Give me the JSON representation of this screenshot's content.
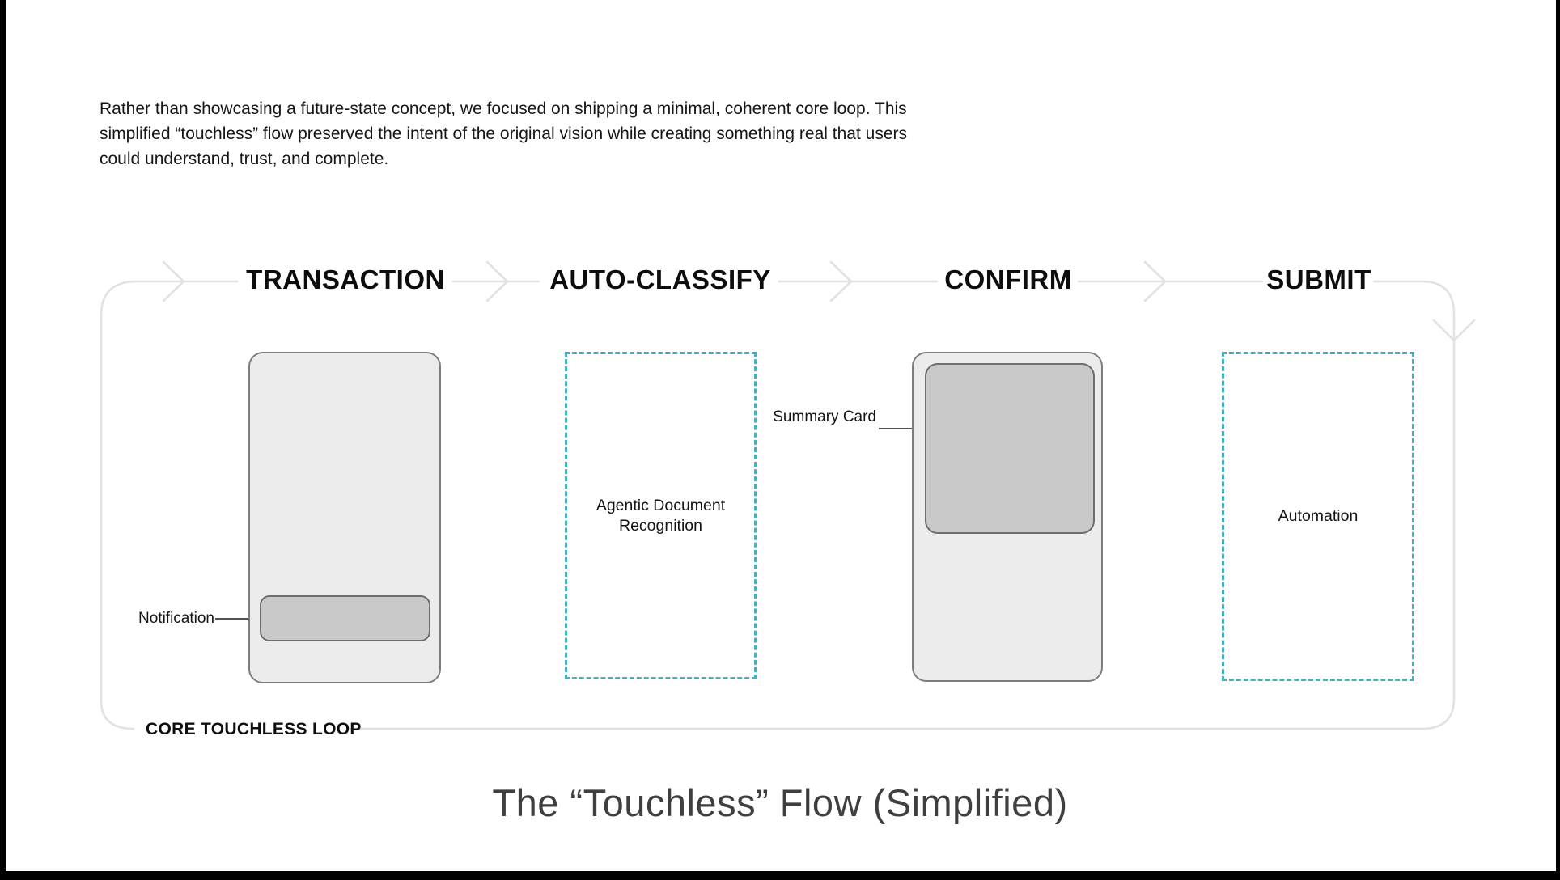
{
  "intro": {
    "lines": [
      "Rather than showcasing a future-state concept, we focused on shipping a minimal, coherent core loop. This",
      "simplified “touchless” flow preserved the intent of the original vision while creating something real that users",
      "could understand, trust, and complete."
    ]
  },
  "flow": {
    "stages": [
      {
        "label": "TRANSACTION",
        "annotation": "Notification"
      },
      {
        "label": "AUTO-CLASSIFY",
        "annotation": "Agentic Document Recognition"
      },
      {
        "label": "CONFIRM",
        "annotation": "Summary Card"
      },
      {
        "label": "SUBMIT",
        "annotation": "Automation"
      }
    ],
    "loop_label": "CORE TOUCHLESS LOOP"
  },
  "title": "The “Touchless” Flow (Simplified)",
  "colors": {
    "accent_teal": "#45AFBA",
    "loop_gray": "#E2E2E2",
    "phone_fill": "#ECECEC",
    "phone_border": "#7D7D7D",
    "card_fill": "#C9C9C9",
    "card_border": "#6E6E6E",
    "title_gray": "#3F3F3F",
    "edge_black": "#000000"
  }
}
